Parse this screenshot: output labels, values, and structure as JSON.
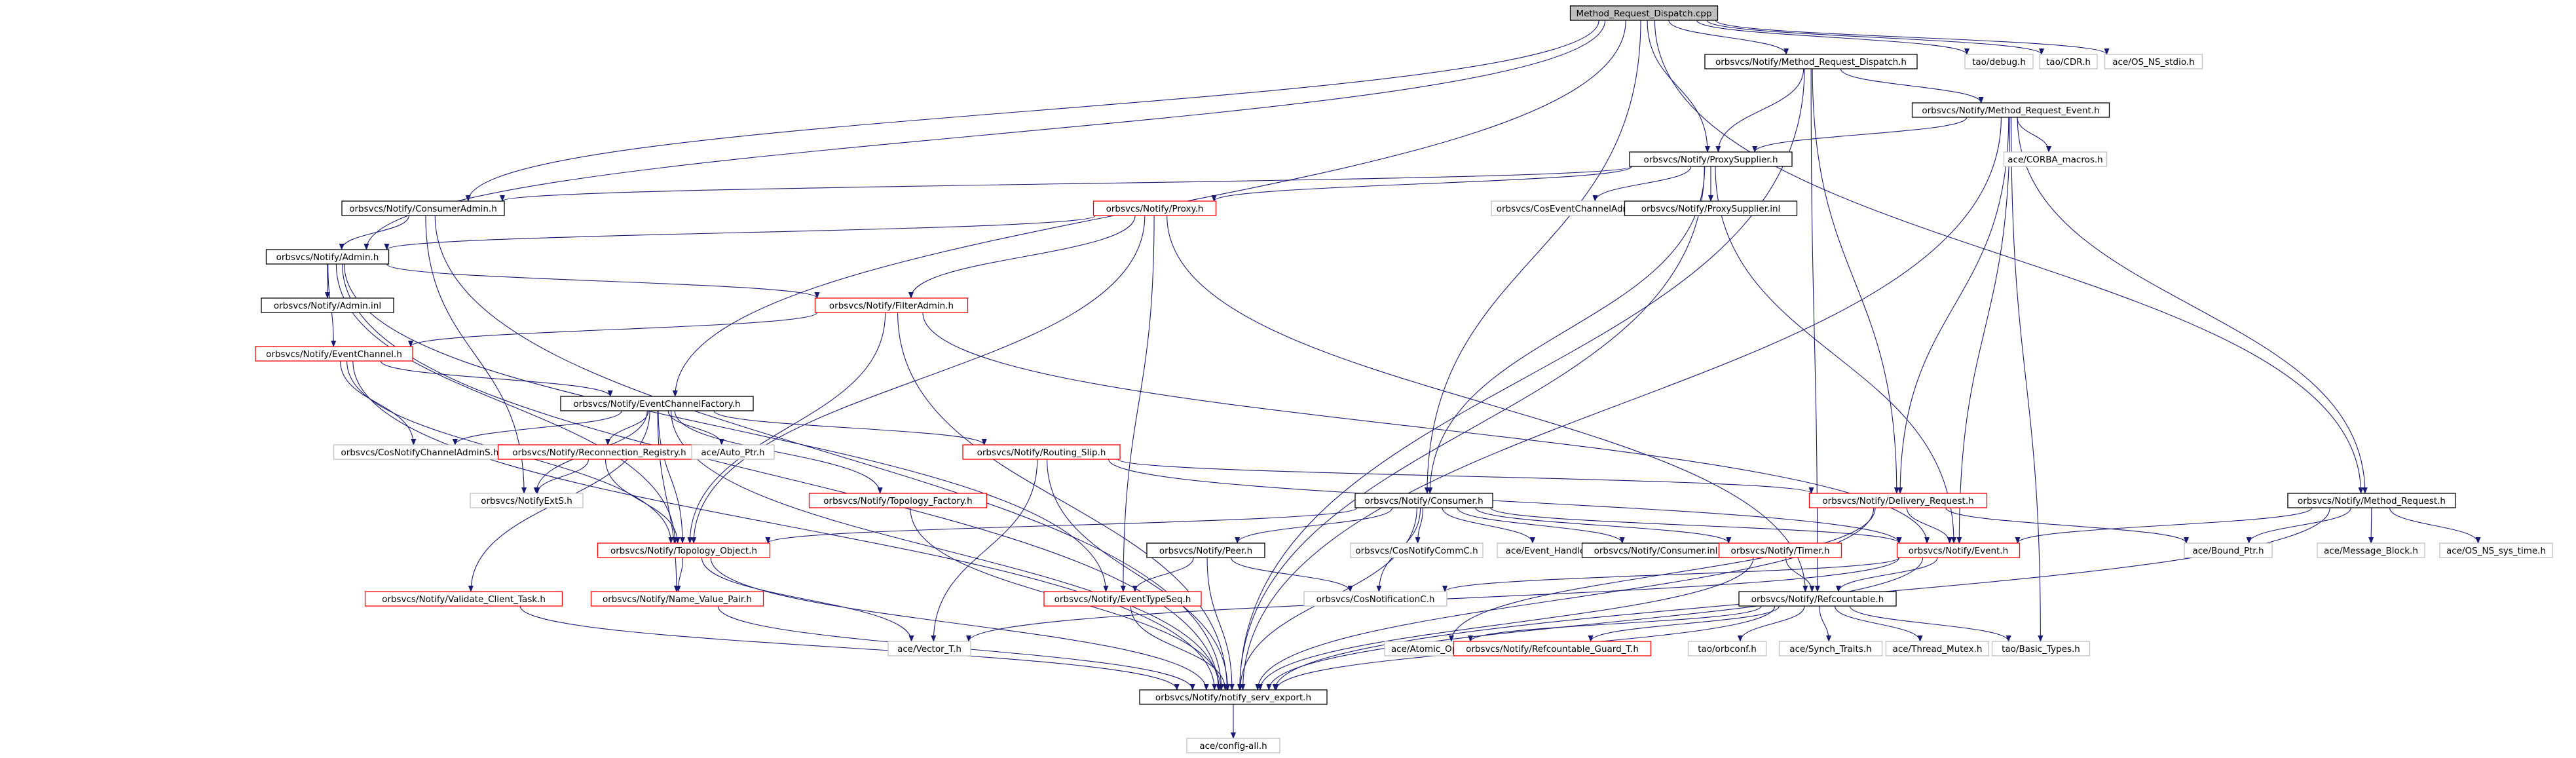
{
  "colors": {
    "edge": "#191970",
    "border_normal": "#000000",
    "border_truncated": "#ff0000",
    "border_plain": "#bfbfbf",
    "root_fill": "#bfbfbf",
    "text": "#000000"
  },
  "nodes": [
    {
      "id": "root",
      "label": "Method_Request_Dispatch.cpp",
      "kind": "root"
    },
    {
      "id": "mrdh",
      "label": "orbsvcs/Notify/Method_Request_Dispatch.h",
      "kind": "normal"
    },
    {
      "id": "debug",
      "label": "tao/debug.h",
      "kind": "plain"
    },
    {
      "id": "cdr",
      "label": "tao/CDR.h",
      "kind": "plain"
    },
    {
      "id": "osnsstdio",
      "label": "ace/OS_NS_stdio.h",
      "kind": "plain"
    },
    {
      "id": "mreh",
      "label": "orbsvcs/Notify/Method_Request_Event.h",
      "kind": "normal"
    },
    {
      "id": "proxysupplier",
      "label": "orbsvcs/Notify/ProxySupplier.h",
      "kind": "normal"
    },
    {
      "id": "corbamacros",
      "label": "ace/CORBA_macros.h",
      "kind": "plain"
    },
    {
      "id": "consumeradmin",
      "label": "orbsvcs/Notify/ConsumerAdmin.h",
      "kind": "normal"
    },
    {
      "id": "proxy",
      "label": "orbsvcs/Notify/Proxy.h",
      "kind": "truncated"
    },
    {
      "id": "coseca",
      "label": "orbsvcs/CosEventChannelAdminC.h",
      "kind": "plain"
    },
    {
      "id": "psinl",
      "label": "orbsvcs/Notify/ProxySupplier.inl",
      "kind": "normal"
    },
    {
      "id": "admin",
      "label": "orbsvcs/Notify/Admin.h",
      "kind": "normal"
    },
    {
      "id": "admininl",
      "label": "orbsvcs/Notify/Admin.inl",
      "kind": "normal"
    },
    {
      "id": "filteradmin",
      "label": "orbsvcs/Notify/FilterAdmin.h",
      "kind": "truncated"
    },
    {
      "id": "eventchannel",
      "label": "orbsvcs/Notify/EventChannel.h",
      "kind": "truncated"
    },
    {
      "id": "ecfactory",
      "label": "orbsvcs/Notify/EventChannelFactory.h",
      "kind": "normal"
    },
    {
      "id": "coschanneladmins",
      "label": "orbsvcs/CosNotifyChannelAdminS.h",
      "kind": "plain"
    },
    {
      "id": "reconreg",
      "label": "orbsvcs/Notify/Reconnection_Registry.h",
      "kind": "truncated"
    },
    {
      "id": "autoptr",
      "label": "ace/Auto_Ptr.h",
      "kind": "plain"
    },
    {
      "id": "routingslip",
      "label": "orbsvcs/Notify/Routing_Slip.h",
      "kind": "truncated"
    },
    {
      "id": "topofactory",
      "label": "orbsvcs/Notify/Topology_Factory.h",
      "kind": "truncated"
    },
    {
      "id": "notifyexts",
      "label": "orbsvcs/NotifyExtS.h",
      "kind": "plain"
    },
    {
      "id": "topoobject",
      "label": "orbsvcs/Notify/Topology_Object.h",
      "kind": "truncated"
    },
    {
      "id": "validatetask",
      "label": "orbsvcs/Notify/Validate_Client_Task.h",
      "kind": "truncated"
    },
    {
      "id": "namevalue",
      "label": "orbsvcs/Notify/Name_Value_Pair.h",
      "kind": "truncated"
    },
    {
      "id": "consumer",
      "label": "orbsvcs/Notify/Consumer.h",
      "kind": "normal"
    },
    {
      "id": "peer",
      "label": "orbsvcs/Notify/Peer.h",
      "kind": "normal"
    },
    {
      "id": "cosnotifycomm",
      "label": "orbsvcs/CosNotifyCommC.h",
      "kind": "plain"
    },
    {
      "id": "eventhandler",
      "label": "ace/Event_Handler.h",
      "kind": "plain"
    },
    {
      "id": "consumerinl",
      "label": "orbsvcs/Notify/Consumer.inl",
      "kind": "normal"
    },
    {
      "id": "timer",
      "label": "orbsvcs/Notify/Timer.h",
      "kind": "truncated"
    },
    {
      "id": "deliveryreq",
      "label": "orbsvcs/Notify/Delivery_Request.h",
      "kind": "truncated"
    },
    {
      "id": "event",
      "label": "orbsvcs/Notify/Event.h",
      "kind": "truncated"
    },
    {
      "id": "methodreq",
      "label": "orbsvcs/Notify/Method_Request.h",
      "kind": "normal"
    },
    {
      "id": "boundptr",
      "label": "ace/Bound_Ptr.h",
      "kind": "plain"
    },
    {
      "id": "msgblock",
      "label": "ace/Message_Block.h",
      "kind": "plain"
    },
    {
      "id": "osnssystime",
      "label": "ace/OS_NS_sys_time.h",
      "kind": "plain"
    },
    {
      "id": "eventtypeseq",
      "label": "orbsvcs/Notify/EventTypeSeq.h",
      "kind": "truncated"
    },
    {
      "id": "cosnotification",
      "label": "orbsvcs/CosNotificationC.h",
      "kind": "plain"
    },
    {
      "id": "refcountable",
      "label": "orbsvcs/Notify/Refcountable.h",
      "kind": "normal"
    },
    {
      "id": "vector",
      "label": "ace/Vector_T.h",
      "kind": "plain"
    },
    {
      "id": "atomic",
      "label": "ace/Atomic_Op.h",
      "kind": "plain"
    },
    {
      "id": "guard",
      "label": "orbsvcs/Notify/Refcountable_Guard_T.h",
      "kind": "truncated"
    },
    {
      "id": "orbconf",
      "label": "tao/orbconf.h",
      "kind": "plain"
    },
    {
      "id": "synch",
      "label": "ace/Synch_Traits.h",
      "kind": "plain"
    },
    {
      "id": "threadmutex",
      "label": "ace/Thread_Mutex.h",
      "kind": "plain"
    },
    {
      "id": "basictypes",
      "label": "tao/Basic_Types.h",
      "kind": "plain"
    },
    {
      "id": "servexport",
      "label": "orbsvcs/Notify/notify_serv_export.h",
      "kind": "normal"
    },
    {
      "id": "configall",
      "label": "ace/config-all.h",
      "kind": "plain"
    }
  ]
}
